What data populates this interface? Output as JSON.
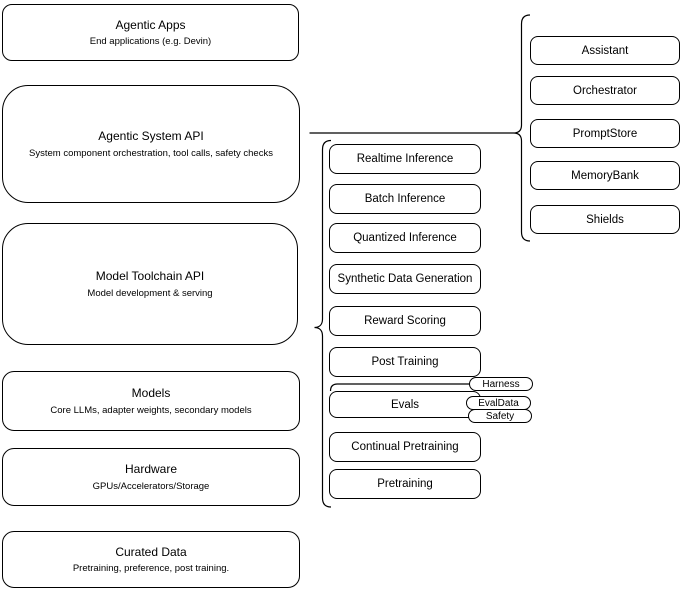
{
  "canvas": {
    "background": "#ffffff",
    "stroke_color": "#000000",
    "text_color": "#000000"
  },
  "left_column": [
    {
      "title": "Agentic Apps",
      "subtitle": "End applications (e.g. Devin)"
    },
    {
      "title": "Agentic System API",
      "subtitle": "System component orchestration, tool calls, safety checks"
    },
    {
      "title": "Model Toolchain API",
      "subtitle": "Model development & serving"
    },
    {
      "title": "Models",
      "subtitle": "Core LLMs, adapter weights, secondary models"
    },
    {
      "title": "Hardware",
      "subtitle": "GPUs/Accelerators/Storage"
    },
    {
      "title": "Curated Data",
      "subtitle": "Pretraining, preference, post training."
    }
  ],
  "toolchain": {
    "items": [
      "Realtime Inference",
      "Batch Inference",
      "Quantized Inference",
      "Synthetic Data Generation",
      "Reward Scoring",
      "Post Training",
      "Evals",
      "Continual Pretraining",
      "Pretraining"
    ]
  },
  "evals_badges": [
    "Harness",
    "EvalData",
    "Safety"
  ],
  "system_components": [
    "Assistant",
    "Orchestrator",
    "PromptStore",
    "MemoryBank",
    "Shields"
  ]
}
